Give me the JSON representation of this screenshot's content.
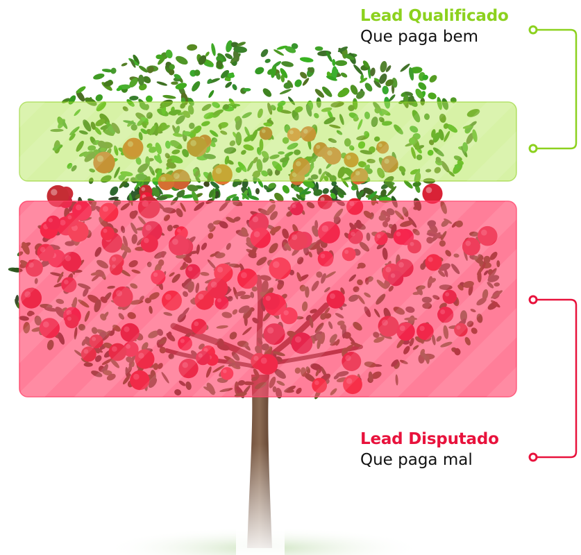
{
  "colors": {
    "qualified": "#8cd11e",
    "disputed": "#e8123c",
    "text": "#111111"
  },
  "labels": {
    "qualified": {
      "title": "Lead Qualificado",
      "subtitle": "Que paga bem"
    },
    "disputed": {
      "title": "Lead Disputado",
      "subtitle": "Que paga mal"
    }
  },
  "icons": {
    "connector_top": "bracket-connector-icon",
    "connector_bottom": "bracket-connector-icon",
    "tree": "apple-tree-icon"
  }
}
